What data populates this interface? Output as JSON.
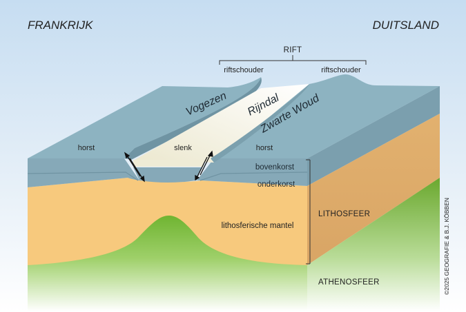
{
  "countries": {
    "left": "FRANKRIJK",
    "right": "DUITSLAND"
  },
  "rift": {
    "label": "RIFT",
    "left_shoulder": "riftschouder",
    "right_shoulder": "riftschouder"
  },
  "regions": {
    "vogezen": "Vogezen",
    "rijndal": "Rijndal",
    "zwarte_woud": "Zwarte Woud"
  },
  "blocks": {
    "horst_left": "horst",
    "slenk": "slenk",
    "horst_right": "horst"
  },
  "layers": {
    "bovenkorst": "bovenkorst",
    "onderkorst": "onderkorst",
    "lithosferische_mantel": "lithosferische mantel",
    "lithosfeer": "LITHOSFEER",
    "athenosfeer": "ATHENOSFEER"
  },
  "copyright": "©2025 GEOGRAFIE & B.J. KÖBBEN",
  "colors": {
    "sky_top": "#c9dff2",
    "crust_top": "#8fb4c2",
    "crust_side": "#7a9ead",
    "mantle_front": "#f6c87c",
    "mantle_side": "#e0ae6e",
    "asthenosphere": "#7fbf3f",
    "slenk_fill": "#f3f1e4"
  }
}
